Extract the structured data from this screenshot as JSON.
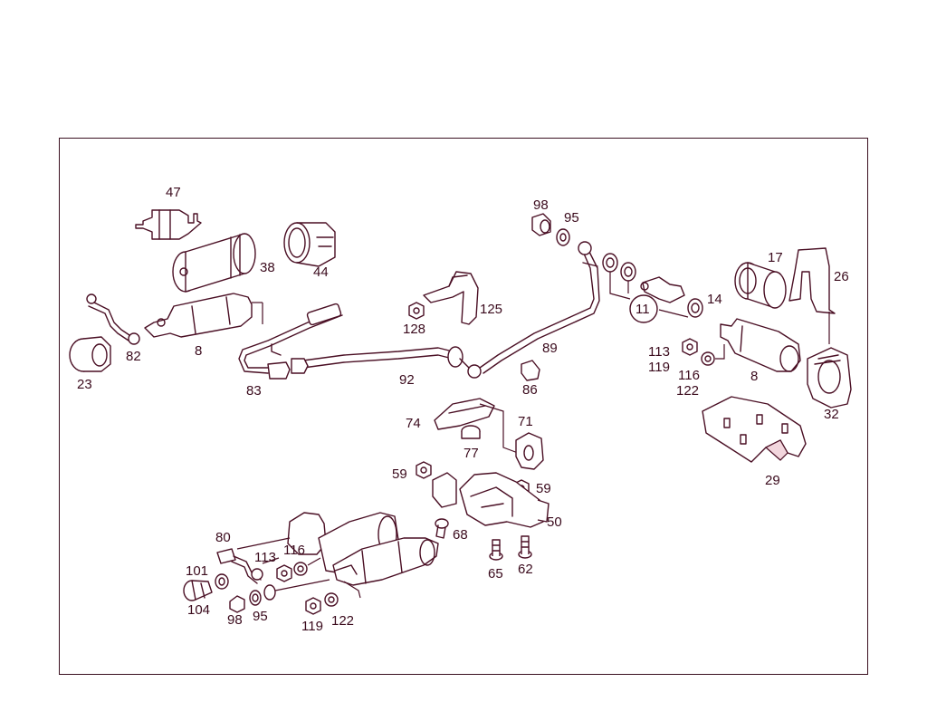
{
  "labels": {
    "l47": "47",
    "l38": "38",
    "l44": "44",
    "l82": "82",
    "l23": "23",
    "l8a": "8",
    "l83": "83",
    "l128": "128",
    "l125": "125",
    "l98a": "98",
    "l95a": "95",
    "l89": "89",
    "l92": "92",
    "l86": "86",
    "l11": "11",
    "l14": "14",
    "l113a": "113",
    "l119a": "119",
    "l116a": "116",
    "l122a": "122",
    "l8b": "8",
    "l17": "17",
    "l26": "26",
    "l32": "32",
    "l29": "29",
    "l74": "74",
    "l71": "71",
    "l77": "77",
    "l59a": "59",
    "l59b": "59",
    "l68": "68",
    "l50": "50",
    "l65": "65",
    "l62": "62",
    "l80": "80",
    "l113b": "113",
    "l116b": "116",
    "l101": "101",
    "l104": "104",
    "l98b": "98",
    "l95b": "95",
    "l119b": "119",
    "l122b": "122"
  },
  "colors": {
    "line": "#4a0f24",
    "highlight": "#f2d6dd",
    "frame": "#3a1020"
  }
}
